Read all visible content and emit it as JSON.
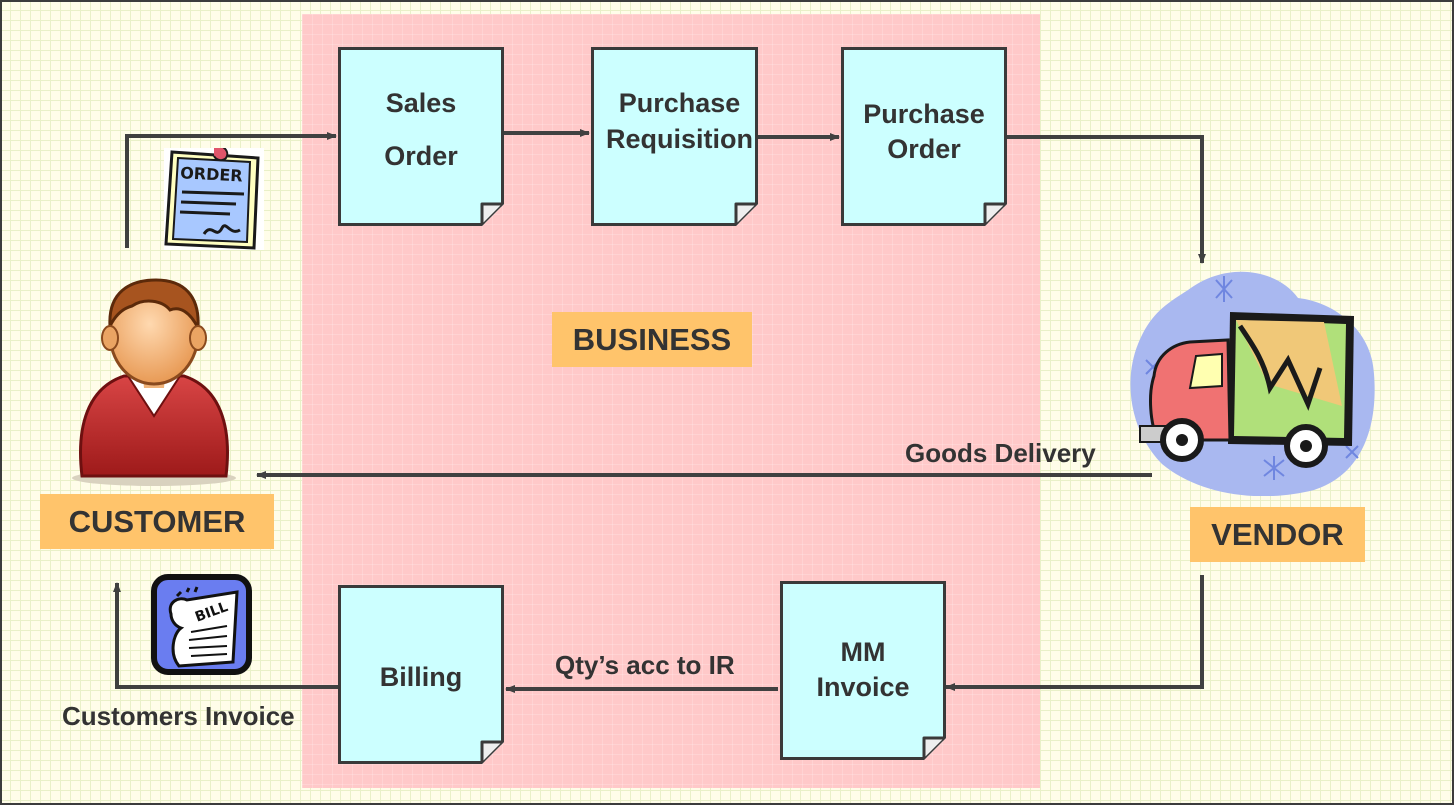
{
  "documents": {
    "sales_order": {
      "line1": "Sales",
      "line2": "Order"
    },
    "purchase_requisition": {
      "line1": "Purchase",
      "line2": "Requisition"
    },
    "purchase_order": {
      "line1": "Purchase",
      "line2": "Order"
    },
    "billing": {
      "line1": "Billing"
    },
    "mm_invoice": {
      "line1": "MM",
      "line2": "Invoice"
    }
  },
  "zones": {
    "business": "BUSINESS",
    "customer": "CUSTOMER",
    "vendor": "VENDOR"
  },
  "flows": {
    "goods_delivery": "Goods Delivery",
    "qty_acc_ir": "Qty’s acc to IR",
    "customers_invoice": "Customers Invoice"
  },
  "icons": {
    "order": {
      "name": "order-document-icon",
      "text": "ORDER"
    },
    "bill": {
      "name": "bill-document-icon",
      "text": "BILL"
    },
    "customer": {
      "name": "customer-person-icon"
    },
    "truck": {
      "name": "delivery-truck-icon"
    }
  },
  "colors": {
    "document_fill": "#ccffff",
    "business_zone": "#ffc9c9",
    "tag_fill": "#ffc46b",
    "connector": "#404040"
  }
}
